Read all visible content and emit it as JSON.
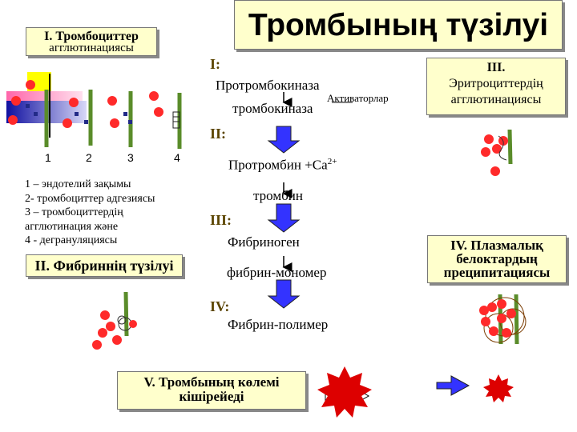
{
  "title": "Тромбының түзілуі",
  "box_i": {
    "line1": "I. Тромбоциттер",
    "line2": "агглютинациясы"
  },
  "box_ii": "II. Фибриннің түзілуі",
  "box_iii": {
    "line1": "III.",
    "line2": "Эритроциттердің",
    "line3": "агглютинациясы"
  },
  "box_iv": {
    "line1": "IV. Плазмалық",
    "line2": "белоктардың",
    "line3": "преципитациясы"
  },
  "box_v": {
    "line1": "V. Тромбының көлемі",
    "line2": "кішірейеді"
  },
  "stages": {
    "s1": "I:",
    "s2": "II:",
    "s3": "III:",
    "s4": "IV:"
  },
  "steps": {
    "prothrombokinase": "Протромбокиназа",
    "activators": "Активаторлар",
    "thrombokinase": "тромбокиназа",
    "prothrombin": "Протромбин +Са",
    "ca_sup": "2+",
    "thrombin": "тромбин",
    "fibrinogen": "Фибриноген",
    "fibrin_monomer": "фибрин-мономер",
    "fibrin_polymer": "Фибрин-полимер"
  },
  "numbers": [
    "1",
    "2",
    "3",
    "4"
  ],
  "legend": [
    "1 – эндотелий зақымы",
    "2- тромбоциттер адгезиясы",
    "3 – тромбоциттердің",
    "агглютинация және",
    "4 - дегрануляциясы"
  ],
  "colors": {
    "box_fill": "#ffffcc",
    "arrow_blue": "#3333ff",
    "rbc_red": "#ff2a2a",
    "starburst": "#dd0000",
    "fibrin": "#7a3b00"
  }
}
